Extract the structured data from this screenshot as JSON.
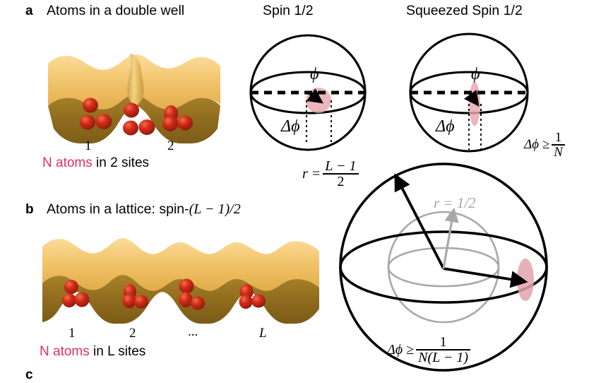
{
  "figure": {
    "panels": [
      {
        "letter": "a",
        "title": "Atoms in a double well",
        "caption_prefix": "N atoms",
        "caption_suffix": " in 2 sites",
        "site_labels": [
          "1",
          "2"
        ],
        "well_count": 2
      },
      {
        "letter": "b",
        "title_plain": "Atoms in a lattice: spin-",
        "title_math": "(L − 1)/2",
        "caption_prefix": "N atoms",
        "caption_suffix": " in L sites",
        "site_labels": [
          "1",
          "2",
          "...",
          "L"
        ],
        "well_count": 4
      },
      {
        "letter": "c",
        "title": ""
      }
    ],
    "spheres": [
      {
        "id": "spin-half",
        "title": "Spin 1/2",
        "phi_label": "ϕ",
        "delta_phi_label": "Δϕ",
        "radius_formula": {
          "lhs": "r =",
          "numerator": "L − 1",
          "denominator": "2"
        },
        "uncertainty_patch": "circular"
      },
      {
        "id": "squeezed-spin-half",
        "title": "Squeezed Spin 1/2",
        "phi_label": "ϕ",
        "delta_phi_label": "Δϕ",
        "bound_formula": {
          "lhs": "Δϕ ≥",
          "numerator": "1",
          "denominator": "N"
        },
        "uncertainty_patch": "squeezed-ellipse"
      },
      {
        "id": "large-spin",
        "inner_label": "r = 1/2",
        "bound_formula": {
          "lhs": "Δϕ ≥",
          "numerator": "1",
          "denominator": "N(L − 1)"
        },
        "uncertainty_patch": "ellipse"
      }
    ],
    "colors": {
      "atom_red": "#cc2118",
      "n_atoms_red": "#e0315b",
      "well_top": "#f0c46a",
      "well_mid": "#d9a33c",
      "well_deep": "#8a6a1e",
      "patch_pink": "#e8a6ad",
      "inner_sphere_gray": "#a8a8a8",
      "stroke": "#000000"
    }
  }
}
